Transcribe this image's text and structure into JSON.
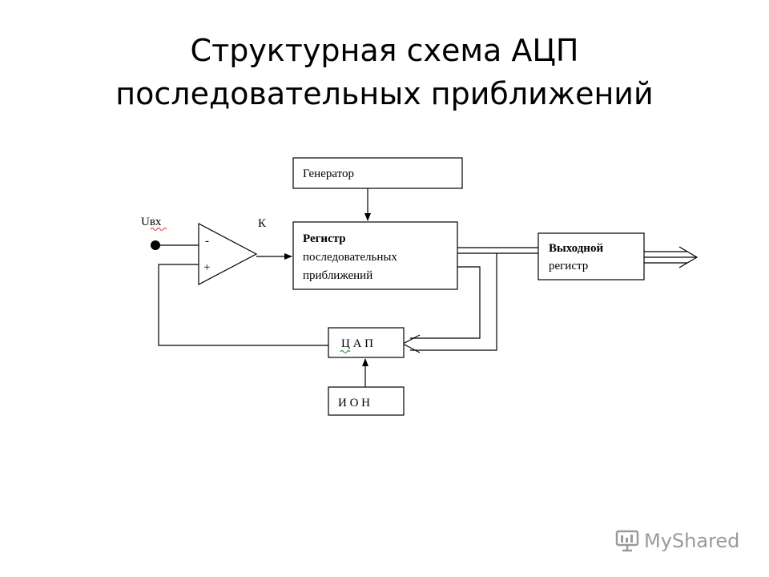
{
  "title": {
    "line1": "Структурная схема АЦП",
    "line2": "последовательных приближений"
  },
  "blocks": {
    "generator": "Генератор",
    "register_line1": "Регистр",
    "register_line2": "последовательных",
    "register_line3": "приближений",
    "output_line1": "Выходной",
    "output_line2": "регистр",
    "dac": "Ц А П",
    "ion": "И О Н"
  },
  "comparator": {
    "minus": "-",
    "plus": "+"
  },
  "signals": {
    "input": "Uвх",
    "k": "К"
  },
  "watermark": {
    "text": "MyShared"
  }
}
